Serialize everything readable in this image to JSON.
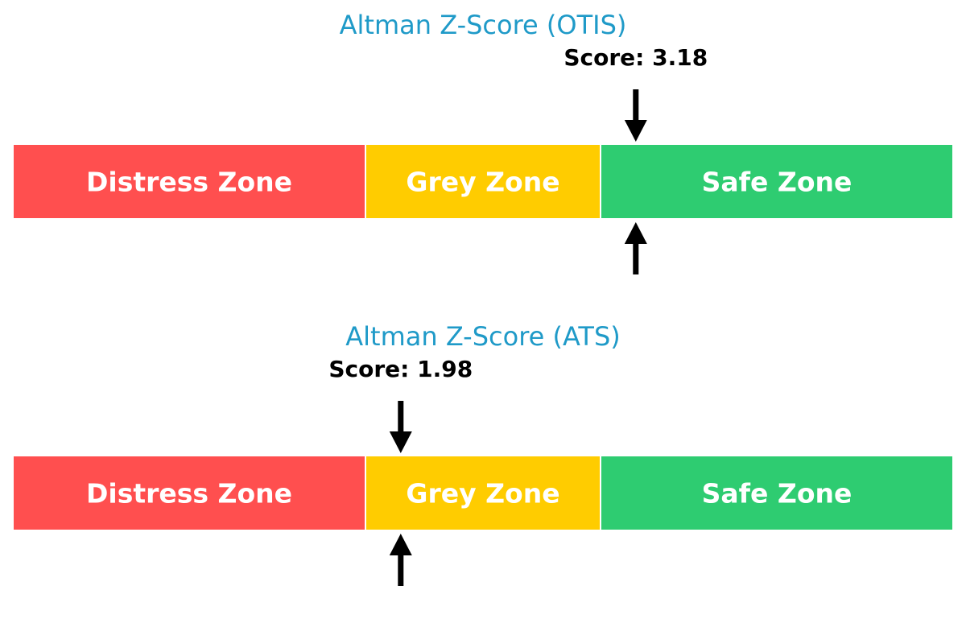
{
  "colors": {
    "title": "#1f9ac8",
    "distress": "#ff4f4f",
    "grey": "#ffcc00",
    "safe": "#2ecc71",
    "arrow": "#000000"
  },
  "chart_data": [
    {
      "type": "gauge",
      "title": "Altman Z-Score (OTIS)",
      "score": 3.18,
      "score_label": "Score: 3.18",
      "range": [
        0,
        4.8
      ],
      "zones": [
        {
          "label": "Distress Zone",
          "from": 0,
          "to": 1.8,
          "color_key": "distress"
        },
        {
          "label": "Grey Zone",
          "from": 1.8,
          "to": 3.0,
          "color_key": "grey"
        },
        {
          "label": "Safe Zone",
          "from": 3.0,
          "to": 4.8,
          "color_key": "safe"
        }
      ]
    },
    {
      "type": "gauge",
      "title": "Altman Z-Score (ATS)",
      "score": 1.98,
      "score_label": "Score: 1.98",
      "range": [
        0,
        4.8
      ],
      "zones": [
        {
          "label": "Distress Zone",
          "from": 0,
          "to": 1.8,
          "color_key": "distress"
        },
        {
          "label": "Grey Zone",
          "from": 1.8,
          "to": 3.0,
          "color_key": "grey"
        },
        {
          "label": "Safe Zone",
          "from": 3.0,
          "to": 4.8,
          "color_key": "safe"
        }
      ]
    }
  ]
}
